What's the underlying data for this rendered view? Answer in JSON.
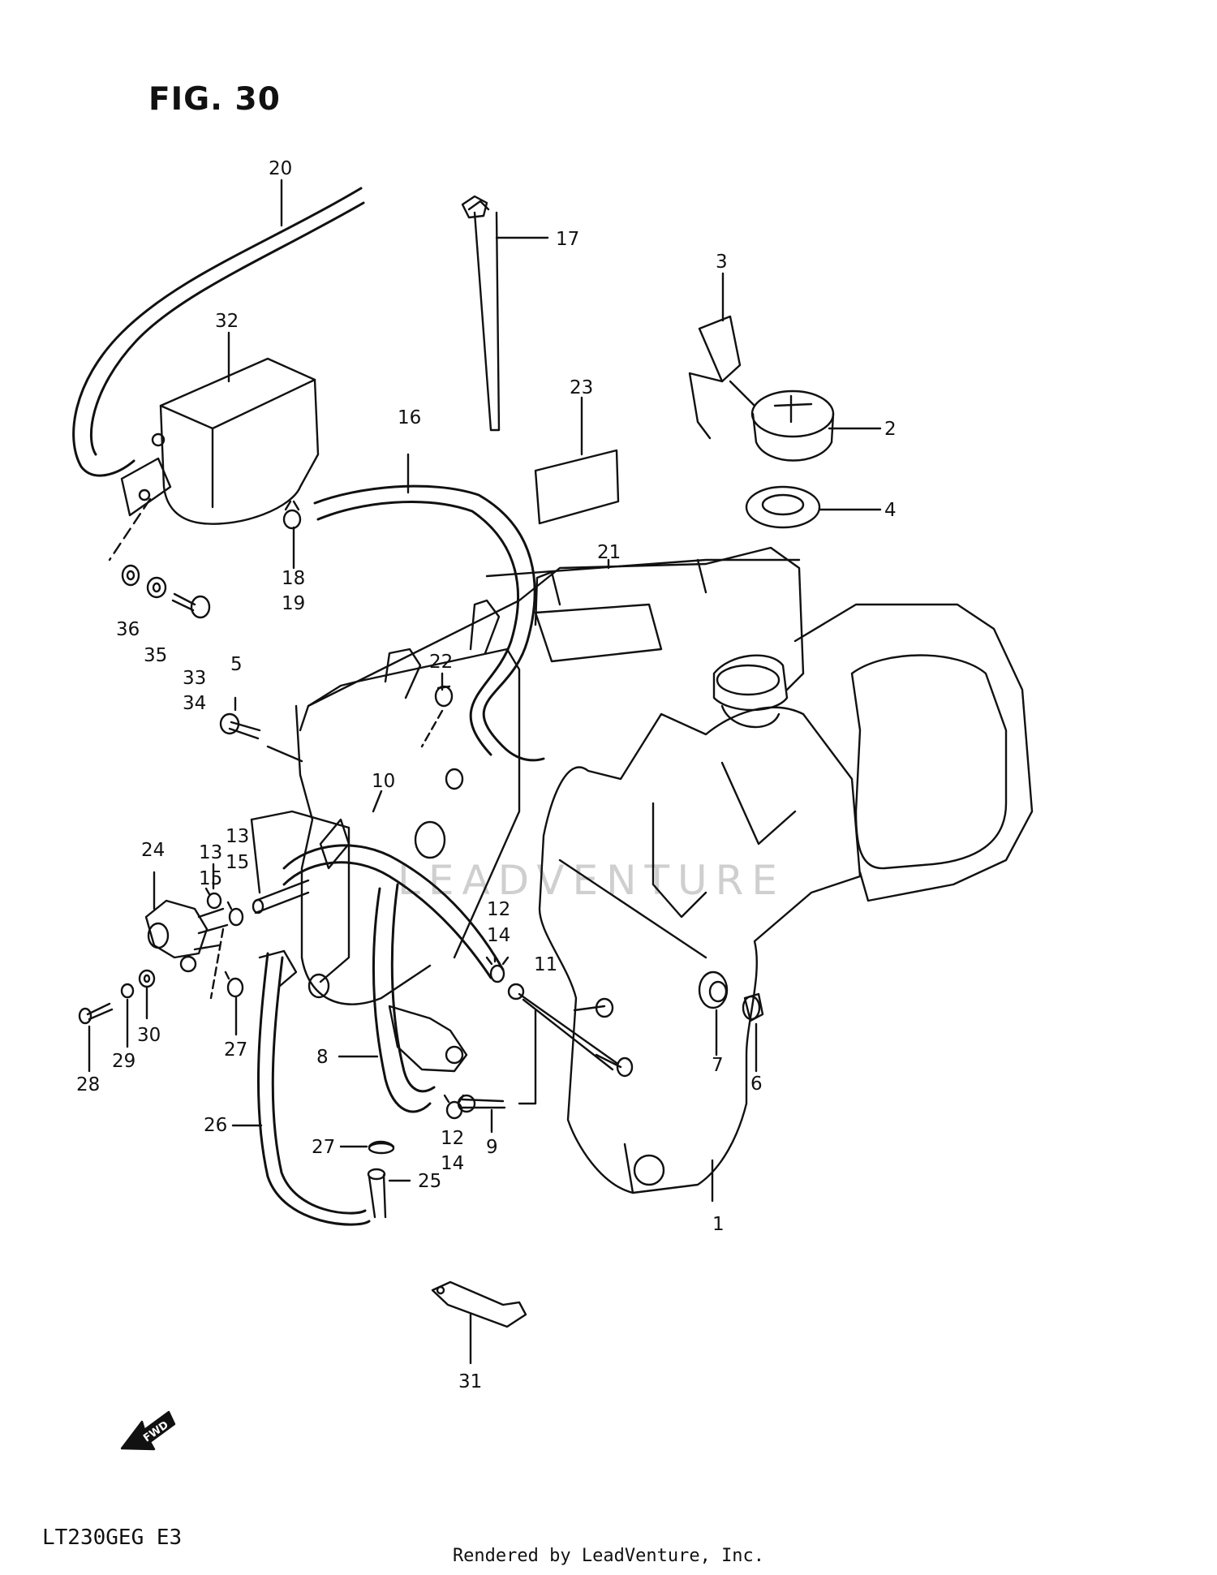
{
  "figure": {
    "title": "FIG. 30",
    "model": "LT230GEG  E3",
    "footer": "Rendered by LeadVenture, Inc.",
    "watermark": "LEADVENTURE",
    "fwd_label": "FWD"
  },
  "callouts": [
    {
      "id": "c1",
      "text": "1"
    },
    {
      "id": "c2",
      "text": "2"
    },
    {
      "id": "c3",
      "text": "3"
    },
    {
      "id": "c4",
      "text": "4"
    },
    {
      "id": "c5",
      "text": "5"
    },
    {
      "id": "c6",
      "text": "6"
    },
    {
      "id": "c7",
      "text": "7"
    },
    {
      "id": "c8",
      "text": "8"
    },
    {
      "id": "c9",
      "text": "9"
    },
    {
      "id": "c10",
      "text": "10"
    },
    {
      "id": "c11",
      "text": "11"
    },
    {
      "id": "c12a",
      "text": "12"
    },
    {
      "id": "c14a",
      "text": "14"
    },
    {
      "id": "c12b",
      "text": "12"
    },
    {
      "id": "c14b",
      "text": "14"
    },
    {
      "id": "c13a",
      "text": "13"
    },
    {
      "id": "c15a",
      "text": "15"
    },
    {
      "id": "c13b",
      "text": "13"
    },
    {
      "id": "c15b",
      "text": "15"
    },
    {
      "id": "c16",
      "text": "16"
    },
    {
      "id": "c17",
      "text": "17"
    },
    {
      "id": "c18",
      "text": "18"
    },
    {
      "id": "c19",
      "text": "19"
    },
    {
      "id": "c20",
      "text": "20"
    },
    {
      "id": "c21",
      "text": "21"
    },
    {
      "id": "c22",
      "text": "22"
    },
    {
      "id": "c23",
      "text": "23"
    },
    {
      "id": "c24",
      "text": "24"
    },
    {
      "id": "c25",
      "text": "25"
    },
    {
      "id": "c26",
      "text": "26"
    },
    {
      "id": "c27a",
      "text": "27"
    },
    {
      "id": "c27b",
      "text": "27"
    },
    {
      "id": "c28",
      "text": "28"
    },
    {
      "id": "c29",
      "text": "29"
    },
    {
      "id": "c30",
      "text": "30"
    },
    {
      "id": "c31",
      "text": "31"
    },
    {
      "id": "c32",
      "text": "32"
    },
    {
      "id": "c33",
      "text": "33"
    },
    {
      "id": "c34",
      "text": "34"
    },
    {
      "id": "c35",
      "text": "35"
    },
    {
      "id": "c36",
      "text": "36"
    }
  ]
}
